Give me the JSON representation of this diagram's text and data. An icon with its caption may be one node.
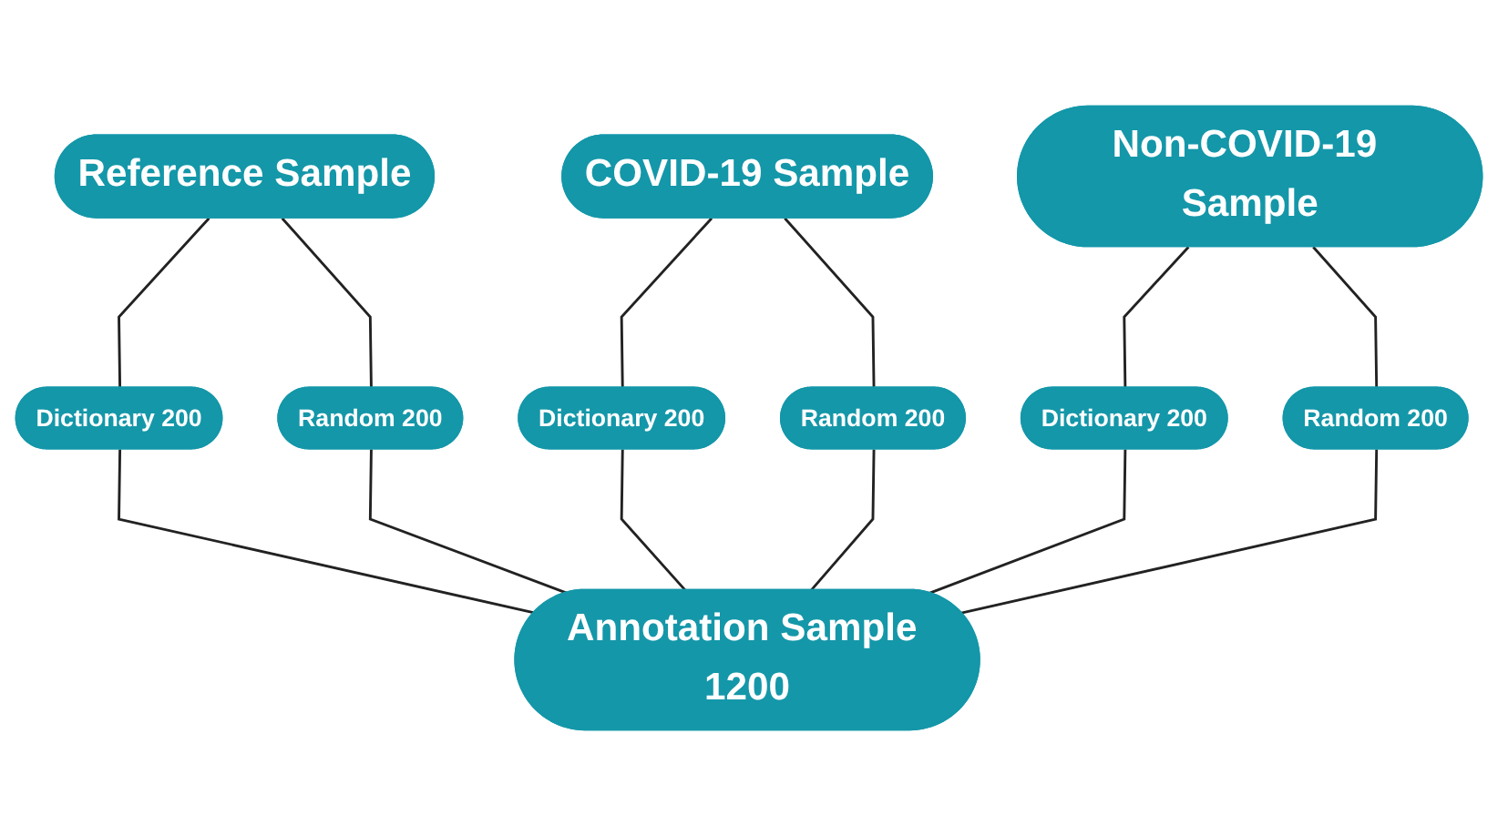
{
  "diagram": {
    "nodes": [
      {
        "text": [
          "Reference Sample"
        ]
      },
      {
        "text": [
          "COVID-19 Sample"
        ]
      },
      {
        "text": [
          "Non-COVID-19 Sample"
        ]
      },
      {
        "text": [
          "Dictionary 200"
        ]
      },
      {
        "text": [
          "Random 200"
        ]
      },
      {
        "text": [
          "Dictionary 200"
        ]
      },
      {
        "text": [
          "Random 200"
        ]
      },
      {
        "text": [
          "Dictionary 200"
        ]
      },
      {
        "text": [
          "Random 200"
        ]
      },
      {
        "text": [
          "Annotation Sample 1200"
        ]
      }
    ],
    "edges": [
      {
        "from": 0,
        "to": 3,
        "arrow": "none"
      },
      {
        "from": 0,
        "to": 4,
        "arrow": "none"
      },
      {
        "from": 1,
        "to": 5,
        "arrow": "none"
      },
      {
        "from": 1,
        "to": 6,
        "arrow": "none"
      },
      {
        "from": 2,
        "to": 7,
        "arrow": "none"
      },
      {
        "from": 2,
        "to": 8,
        "arrow": "none"
      },
      {
        "from": 3,
        "to": 9,
        "arrow": "none"
      },
      {
        "from": 4,
        "to": 9,
        "arrow": "none"
      },
      {
        "from": 5,
        "to": 9,
        "arrow": "none"
      },
      {
        "from": 6,
        "to": 9,
        "arrow": "none"
      },
      {
        "from": 7,
        "to": 9,
        "arrow": "none"
      },
      {
        "from": 8,
        "to": 9,
        "arrow": "none"
      }
    ]
  }
}
